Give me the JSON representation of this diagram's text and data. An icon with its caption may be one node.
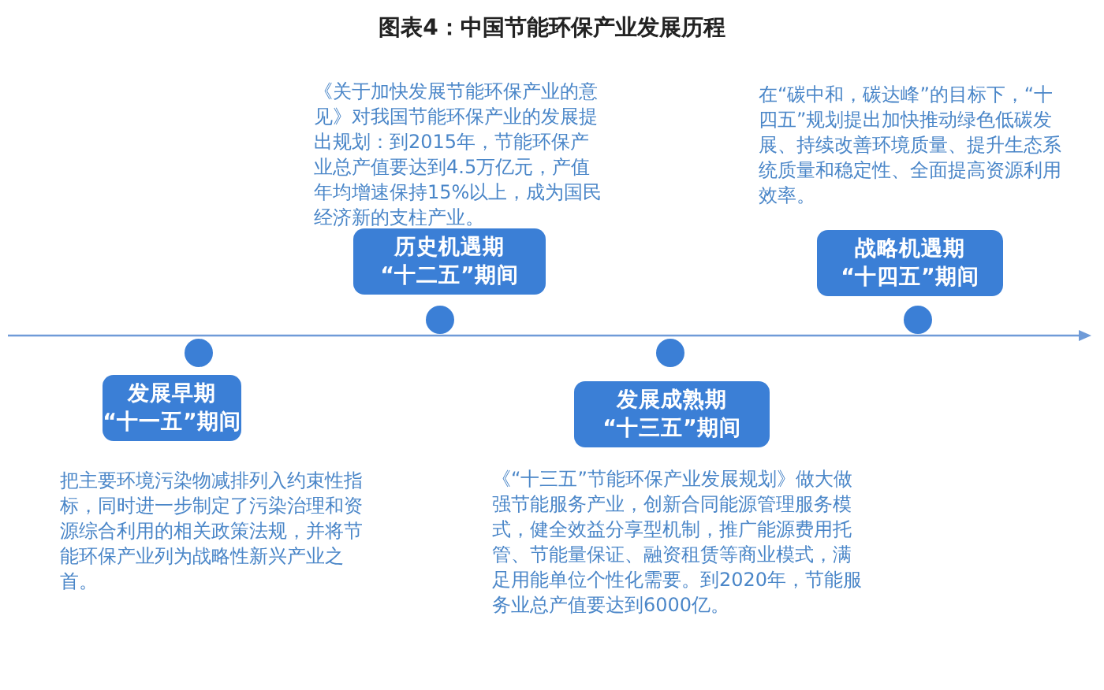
{
  "diagram": {
    "title": "图表4：中国节能环保产业发展历程",
    "nodes": [
      {
        "text": [
          "发展早期",
          "“十一五”期间"
        ],
        "beside": [
          "把主要环境污染物减排列入约束性指标，同时进一步制定了污染治理和资源综合利用的相关政策法规，并将节能环保产业列为战略性新兴产业之首。"
        ]
      },
      {
        "text": [
          "历史机遇期",
          "“十二五”期间"
        ],
        "beside": [
          "《关于加快发展节能环保产业的意见》对我国节能环保产业的发展提出规划：到2015年，节能环保产业总产值要达到4.5万亿元，产值年均增速保持15%以上，成为国民经济新的支柱产业。"
        ]
      },
      {
        "text": [
          "发展成熟期",
          "“十三五”期间"
        ],
        "beside": [
          "《“十三五”节能环保产业发展规划》做大做强节能服务产业，创新合同能源管理服务模式，健全效益分享型机制，推广能源费用托管、节能量保证、融资租赁等商业模式，满足用能单位个性化需要。到2020年，节能服务业总产值要达到6000亿。"
        ]
      },
      {
        "text": [
          "战略机遇期",
          "“十四五”期间"
        ],
        "beside": [
          "在“碳中和，碳达峰”的目标下，“十四五”规划提出加快推动绿色低碳发展、持续改善环境质量、提升生态系统质量和稳定性、全面提高资源利用效率。"
        ]
      }
    ]
  }
}
